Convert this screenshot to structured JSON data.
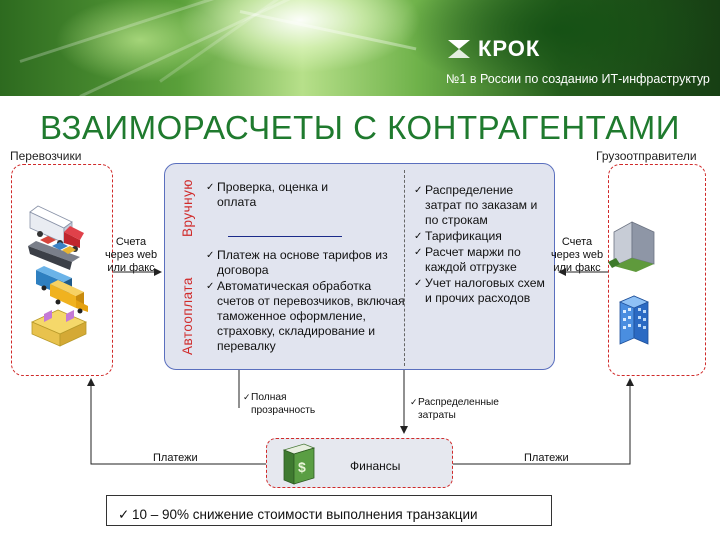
{
  "header": {
    "brand": "КРОК",
    "tagline": "№1 в России по созданию ИТ-инфраструктур"
  },
  "title": "ВЗАИМОРАСЧЕТЫ С КОНТРАГЕНТАМИ",
  "left_party": {
    "label": "Перевозчики",
    "note_lines": [
      "Счета",
      "через web",
      "или факс"
    ],
    "icons": [
      "truck-icon",
      "ship-icon",
      "rail-car-icon",
      "delivery-truck-icon",
      "warehouse-icon"
    ]
  },
  "right_party": {
    "label": "Грузоотправители",
    "note_lines": [
      "Счета",
      "через web",
      "или факс"
    ],
    "icons": [
      "office-building-icon",
      "tower-building-icon"
    ]
  },
  "center": {
    "manual_label": "Вручную",
    "auto_label": "Автооплата",
    "manual_items": [
      "Проверка, оценка и оплата"
    ],
    "auto_items": [
      "Платеж на основе тарифов из договора",
      "Автоматическая обработка счетов от перевозчиков, включая таможенное оформление, страховку, складирование и перевалку"
    ],
    "right_items": [
      "Распределение затрат по заказам и по строкам",
      "Тарификация",
      "Расчет маржи по каждой отгрузке",
      "Учет налоговых схем и прочих расходов"
    ]
  },
  "notes": {
    "left": "Полная прозрачность",
    "right": "Распределенные затраты"
  },
  "finance": {
    "label": "Финансы",
    "icon": "money-bundle-icon"
  },
  "payments": {
    "left": "Платежи",
    "right": "Платежи"
  },
  "summary": "10 – 90% снижение стоимости выполнения транзакции",
  "colors": {
    "title": "#1f7a2e",
    "dashed_border": "#d02a2a",
    "center_fill": "#e1e4ef",
    "center_border": "#5a6fbe",
    "vertical_labels": "#d02a2a"
  }
}
